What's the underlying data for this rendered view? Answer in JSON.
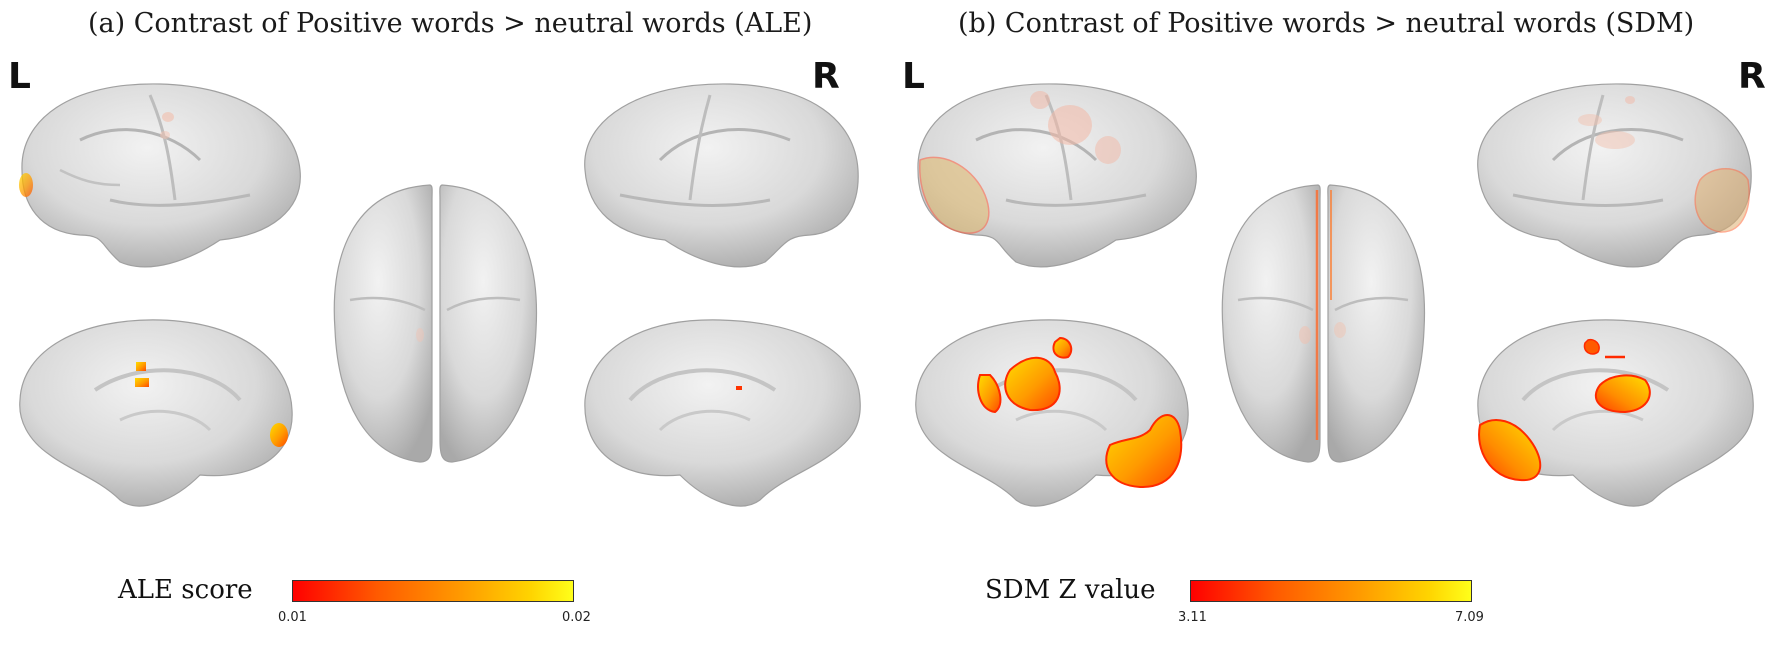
{
  "panels": [
    {
      "title": "(a) Contrast of Positive words > neutral words (ALE)",
      "left_letter": "L",
      "right_letter": "R",
      "colorbar": {
        "label": "ALE score",
        "min": "0.01",
        "max": "0.02"
      }
    },
    {
      "title": "(b) Contrast of Positive words > neutral words (SDM)",
      "left_letter": "L",
      "right_letter": "R",
      "colorbar": {
        "label": "SDM Z value",
        "min": "3.11",
        "max": "7.09"
      }
    }
  ],
  "colors": {
    "brain_fill": "#dcdcdc",
    "brain_shade": "#b8b8b8",
    "colormap_low": "#ff0000",
    "colormap_high": "#ffff1a"
  }
}
